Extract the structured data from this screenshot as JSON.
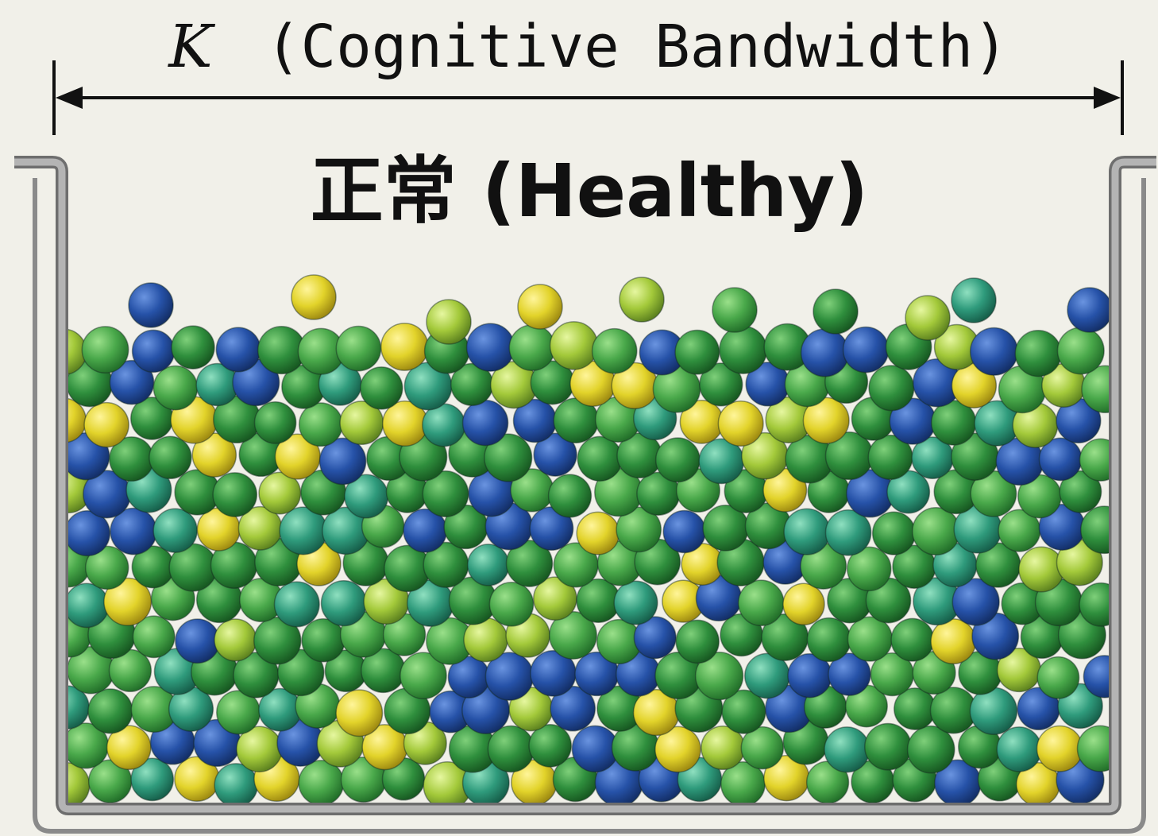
{
  "bandwidth_label": {
    "symbol": "K",
    "text": "(Cognitive Bandwidth)"
  },
  "state_label": "正常 (Healthy)",
  "colors": {
    "background": "#f1f0e9",
    "container_stroke": "#6e6e6e",
    "container_fill": "#a9a9a9",
    "ink": "#111111",
    "balls": [
      "#1f4fa3",
      "#2a8f3c",
      "#3fa34d",
      "#2e9a7a",
      "#9cc83a",
      "#e0d22a"
    ]
  },
  "diagram": {
    "type": "container-filled-with-balls",
    "fill_level_fraction": 0.83,
    "dimension_arrow": "double-headed, spanning container width"
  }
}
